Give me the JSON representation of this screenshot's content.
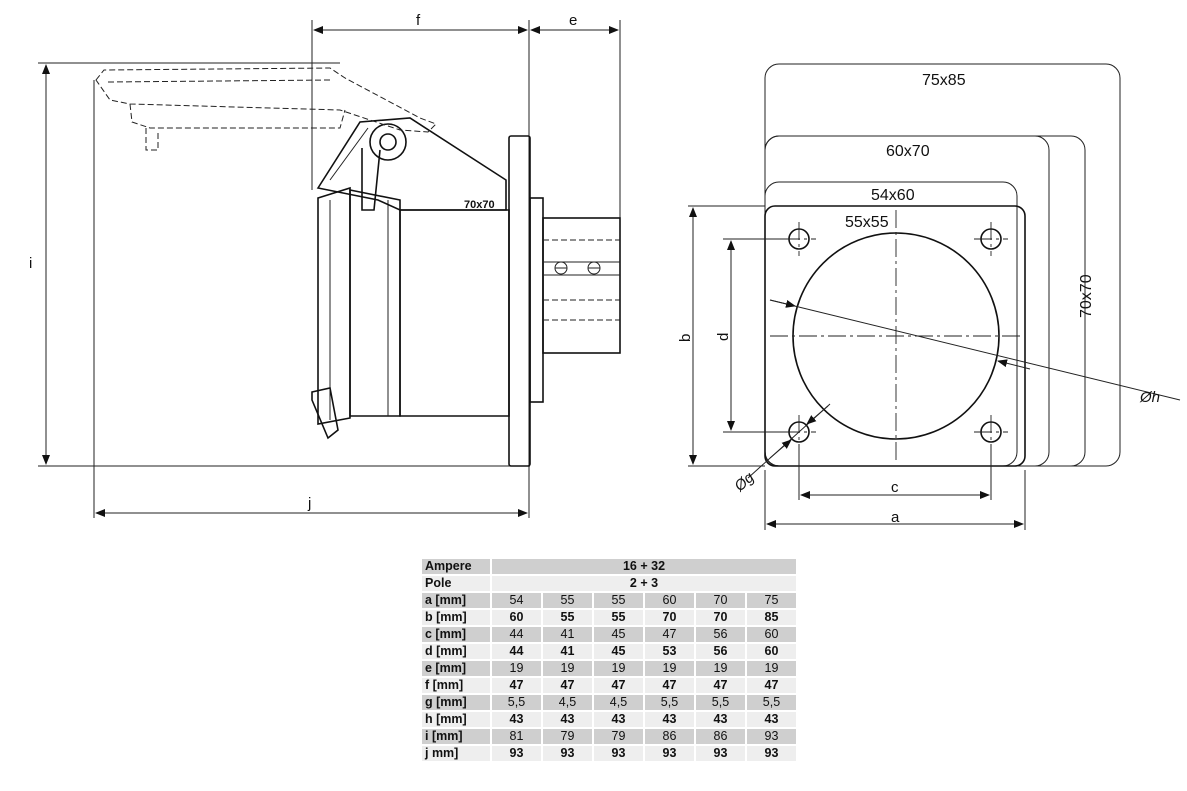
{
  "labels": {
    "i": "i",
    "j": "j",
    "f": "f",
    "e": "e",
    "b": "b",
    "d": "d",
    "c": "c",
    "a": "a",
    "h": "Øh",
    "g": "Øg",
    "flange": "70x70"
  },
  "squares": {
    "s1": "75x85",
    "s2": "60x70",
    "s3": "54x60",
    "s4": "55x55",
    "s5": "70x70"
  },
  "table": {
    "header": [
      {
        "label": "Ampere",
        "value": "16 + 32"
      },
      {
        "label": "Pole",
        "value": "2 + 3"
      }
    ],
    "rows": [
      {
        "label": "a [mm]",
        "values": [
          "54",
          "55",
          "55",
          "60",
          "70",
          "75"
        ]
      },
      {
        "label": "b [mm]",
        "values": [
          "60",
          "55",
          "55",
          "70",
          "70",
          "85"
        ]
      },
      {
        "label": "c [mm]",
        "values": [
          "44",
          "41",
          "45",
          "47",
          "56",
          "60"
        ]
      },
      {
        "label": "d [mm]",
        "values": [
          "44",
          "41",
          "45",
          "53",
          "56",
          "60"
        ]
      },
      {
        "label": "e [mm]",
        "values": [
          "19",
          "19",
          "19",
          "19",
          "19",
          "19"
        ]
      },
      {
        "label": "f [mm]",
        "values": [
          "47",
          "47",
          "47",
          "47",
          "47",
          "47"
        ]
      },
      {
        "label": "g [mm]",
        "values": [
          "5,5",
          "4,5",
          "4,5",
          "5,5",
          "5,5",
          "5,5"
        ]
      },
      {
        "label": "h [mm]",
        "values": [
          "43",
          "43",
          "43",
          "43",
          "43",
          "43"
        ]
      },
      {
        "label": "i [mm]",
        "values": [
          "81",
          "79",
          "79",
          "86",
          "86",
          "93"
        ]
      },
      {
        "label": "j mm]",
        "values": [
          "93",
          "93",
          "93",
          "93",
          "93",
          "93"
        ]
      }
    ]
  }
}
